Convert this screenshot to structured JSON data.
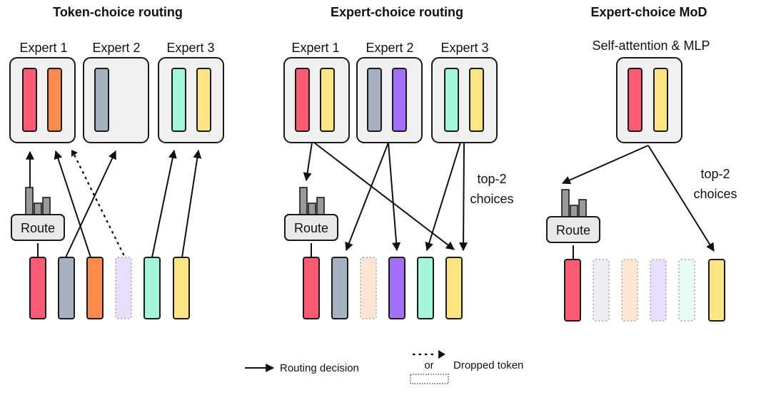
{
  "panels": {
    "token_choice": {
      "title": "Token-choice routing",
      "experts": [
        "Expert 1",
        "Expert 2",
        "Expert 3"
      ],
      "route_label": "Route"
    },
    "expert_choice": {
      "title": "Expert-choice routing",
      "experts": [
        "Expert 1",
        "Expert 2",
        "Expert 3"
      ],
      "route_label": "Route",
      "annotation_line1": "top-2",
      "annotation_line2": "choices"
    },
    "mod": {
      "title": "Expert-choice MoD",
      "block_label": "Self-attention & MLP",
      "route_label": "Route",
      "annotation_line1": "top-2",
      "annotation_line2": "choices"
    }
  },
  "legend": {
    "routing_decision": "Routing decision",
    "or": "or",
    "dropped_token": "Dropped token"
  },
  "colors": {
    "red": "#fd5a73",
    "orange": "#fd8b4c",
    "gray": "#a7b0be",
    "mint": "#a3f7d8",
    "yellow": "#fde583",
    "purple": "#a270fb",
    "dropped_peach": "#fde4d3",
    "dropped_lavender": "#e8ddfb",
    "dropped_gray": "#eceef2",
    "dropped_mint": "#e7fcf2"
  }
}
